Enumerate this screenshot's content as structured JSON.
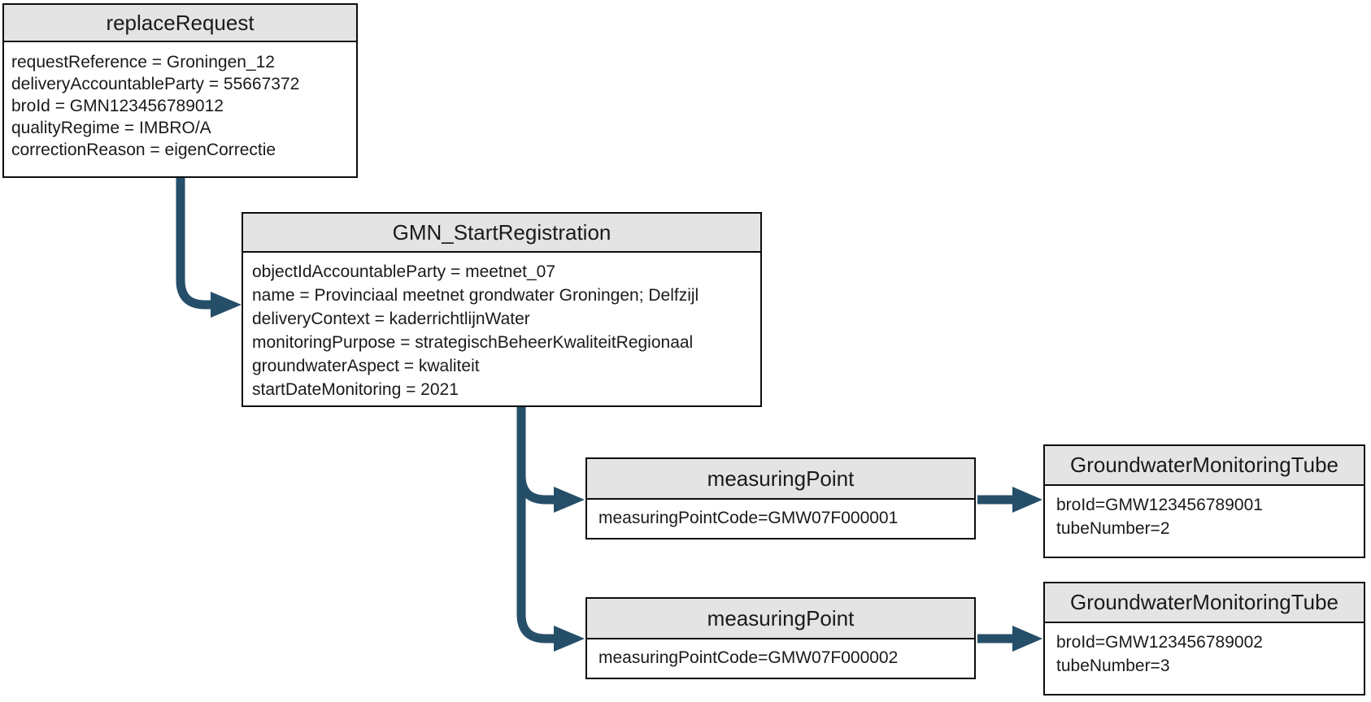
{
  "diagram": {
    "colors": {
      "arrow": "#254e69",
      "header_bg": "#e4e4e4",
      "border": "#0d0d0d",
      "text": "#1a1a1a",
      "background": "#ffffff"
    },
    "boxes": {
      "replace_request": {
        "title": "replaceRequest",
        "lines": [
          "requestReference = Groningen_12",
          "deliveryAccountableParty = 55667372",
          "broId = GMN123456789012",
          "qualityRegime = IMBRO/A",
          "correctionReason = eigenCorrectie"
        ]
      },
      "gmn_start_registration": {
        "title": "GMN_StartRegistration",
        "lines": [
          "objectIdAccountableParty = meetnet_07",
          "name = Provinciaal meetnet grondwater Groningen; Delfzijl",
          "deliveryContext = kaderrichtlijnWater",
          "monitoringPurpose = strategischBeheerKwaliteitRegionaal",
          "groundwaterAspect = kwaliteit",
          "startDateMonitoring = 2021"
        ]
      },
      "measuring_point_1": {
        "title": "measuringPoint",
        "lines": [
          "measuringPointCode=GMW07F000001"
        ]
      },
      "groundwater_monitoring_tube_1": {
        "title": "GroundwaterMonitoringTube",
        "lines": [
          "broId=GMW123456789001",
          "tubeNumber=2"
        ]
      },
      "measuring_point_2": {
        "title": "measuringPoint",
        "lines": [
          "measuringPointCode=GMW07F000002"
        ]
      },
      "groundwater_monitoring_tube_2": {
        "title": "GroundwaterMonitoringTube",
        "lines": [
          "broId=GMW123456789002",
          "tubeNumber=3"
        ]
      }
    },
    "connectors": [
      "replaceRequest to GMN_StartRegistration",
      "GMN_StartRegistration to measuringPoint 1",
      "GMN_StartRegistration to measuringPoint 2",
      "measuringPoint 1 to GroundwaterMonitoringTube 1",
      "measuringPoint 2 to GroundwaterMonitoringTube 2"
    ]
  }
}
